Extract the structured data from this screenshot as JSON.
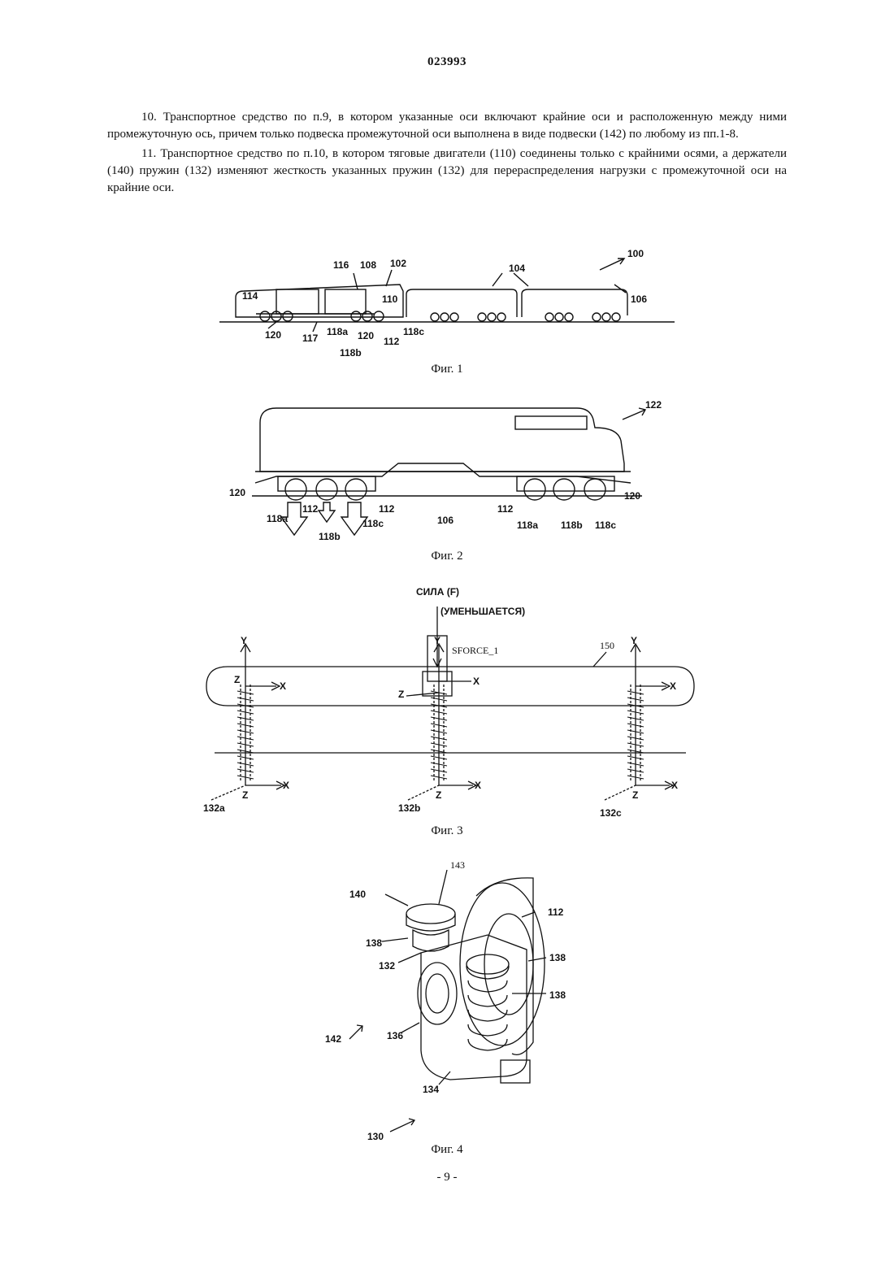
{
  "header": {
    "doc_number": "023993"
  },
  "claims": [
    "10. Транспортное средство по п.9, в котором указанные оси включают крайние оси и расположенную между ними промежуточную ось, причем только подвеска промежуточной оси выполнена в виде подвески (142) по любому из пп.1-8.",
    "11. Транспортное средство по п.10, в котором тяговые двигатели (110) соединены только с крайними осями, а держатели (140) пружин (132) изменяют жесткость указанных пружин (132) для перераспределения нагрузки с промежуточной оси на крайние оси."
  ],
  "fig1": {
    "caption": "Фиг. 1",
    "labels": {
      "l100": "100",
      "l116": "116",
      "l108": "108",
      "l102": "102",
      "l104": "104",
      "l114": "114",
      "l110": "110",
      "l106": "106",
      "l120a": "120",
      "l117": "117",
      "l118a": "118a",
      "l120b": "120",
      "l118c": "118c",
      "l112": "112",
      "l118b": "118b"
    }
  },
  "fig2": {
    "caption": "Фиг. 2",
    "labels": {
      "l122": "122",
      "l120L": "120",
      "l120R": "120",
      "l112a": "112",
      "l112b": "112",
      "l112c": "112",
      "l118aL": "118a",
      "l118bL": "118b",
      "l118cL": "118c",
      "l106": "106",
      "l118aR": "118a",
      "l118bR": "118b",
      "l118cR": "118c"
    }
  },
  "fig3": {
    "caption": "Фиг. 3",
    "force_label": "СИЛА (F)",
    "force_note": "(УМЕНЬШАЕТСЯ)",
    "sforce": "SFORCE_1",
    "labels": {
      "l150": "150",
      "l132a": "132a",
      "l132b": "132b",
      "l132c": "132c",
      "y": "Y",
      "x": "X",
      "z": "Z"
    }
  },
  "fig4": {
    "caption": "Фиг. 4",
    "labels": {
      "l143": "143",
      "l140": "140",
      "l112": "112",
      "l138a": "138",
      "l138b": "138",
      "l138c": "138",
      "l132": "132",
      "l142": "142",
      "l136": "136",
      "l134": "134",
      "l130": "130"
    }
  },
  "footer": {
    "page_number": "- 9 -"
  }
}
